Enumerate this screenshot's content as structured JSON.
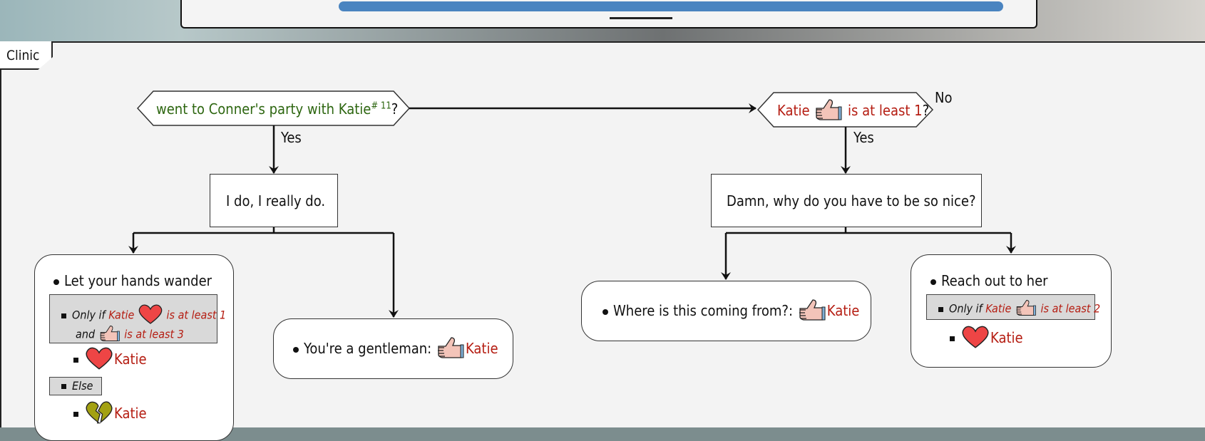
{
  "top": {
    "progress_percent": 100
  },
  "panel": {
    "tab_label": "Clinic"
  },
  "colors": {
    "red_text": "#b51d12",
    "green_text": "#2d6610",
    "progress": "#4a84c0",
    "heart": "#e44",
    "broken_heart": "#a3a112",
    "thumb": "#f3c4b9"
  },
  "diagram": {
    "decision_left": {
      "text": "went to Conner's party with Katie",
      "sup": "# 11",
      "suffix": "?"
    },
    "decision_right": {
      "name": "Katie",
      "icon": "thumbs-up-icon",
      "condition": "is at least 1",
      "suffix": "?"
    },
    "no_label": "No",
    "yes_left": "Yes",
    "yes_right": "Yes",
    "box_left": "I do, I really do.",
    "box_right": "Damn, why do you have to be so nice?",
    "choice_wander": {
      "label": "Let your hands wander",
      "cond_only_if": "Only if",
      "cond_name": "Katie",
      "cond_heart_text": "is at least 1",
      "cond_and": "and",
      "cond_thumb_text": "is at least 3",
      "result_name": "Katie",
      "else_label": "Else",
      "else_result_name": "Katie"
    },
    "choice_gentleman": {
      "label": "You're a gentleman:",
      "name": "Katie"
    },
    "choice_where": {
      "label": "Where is this coming from?:",
      "name": "Katie"
    },
    "choice_reach": {
      "label": "Reach out to her",
      "cond_only_if": "Only if",
      "cond_name": "Katie",
      "cond_text": "is at least 2",
      "result_name": "Katie"
    }
  }
}
